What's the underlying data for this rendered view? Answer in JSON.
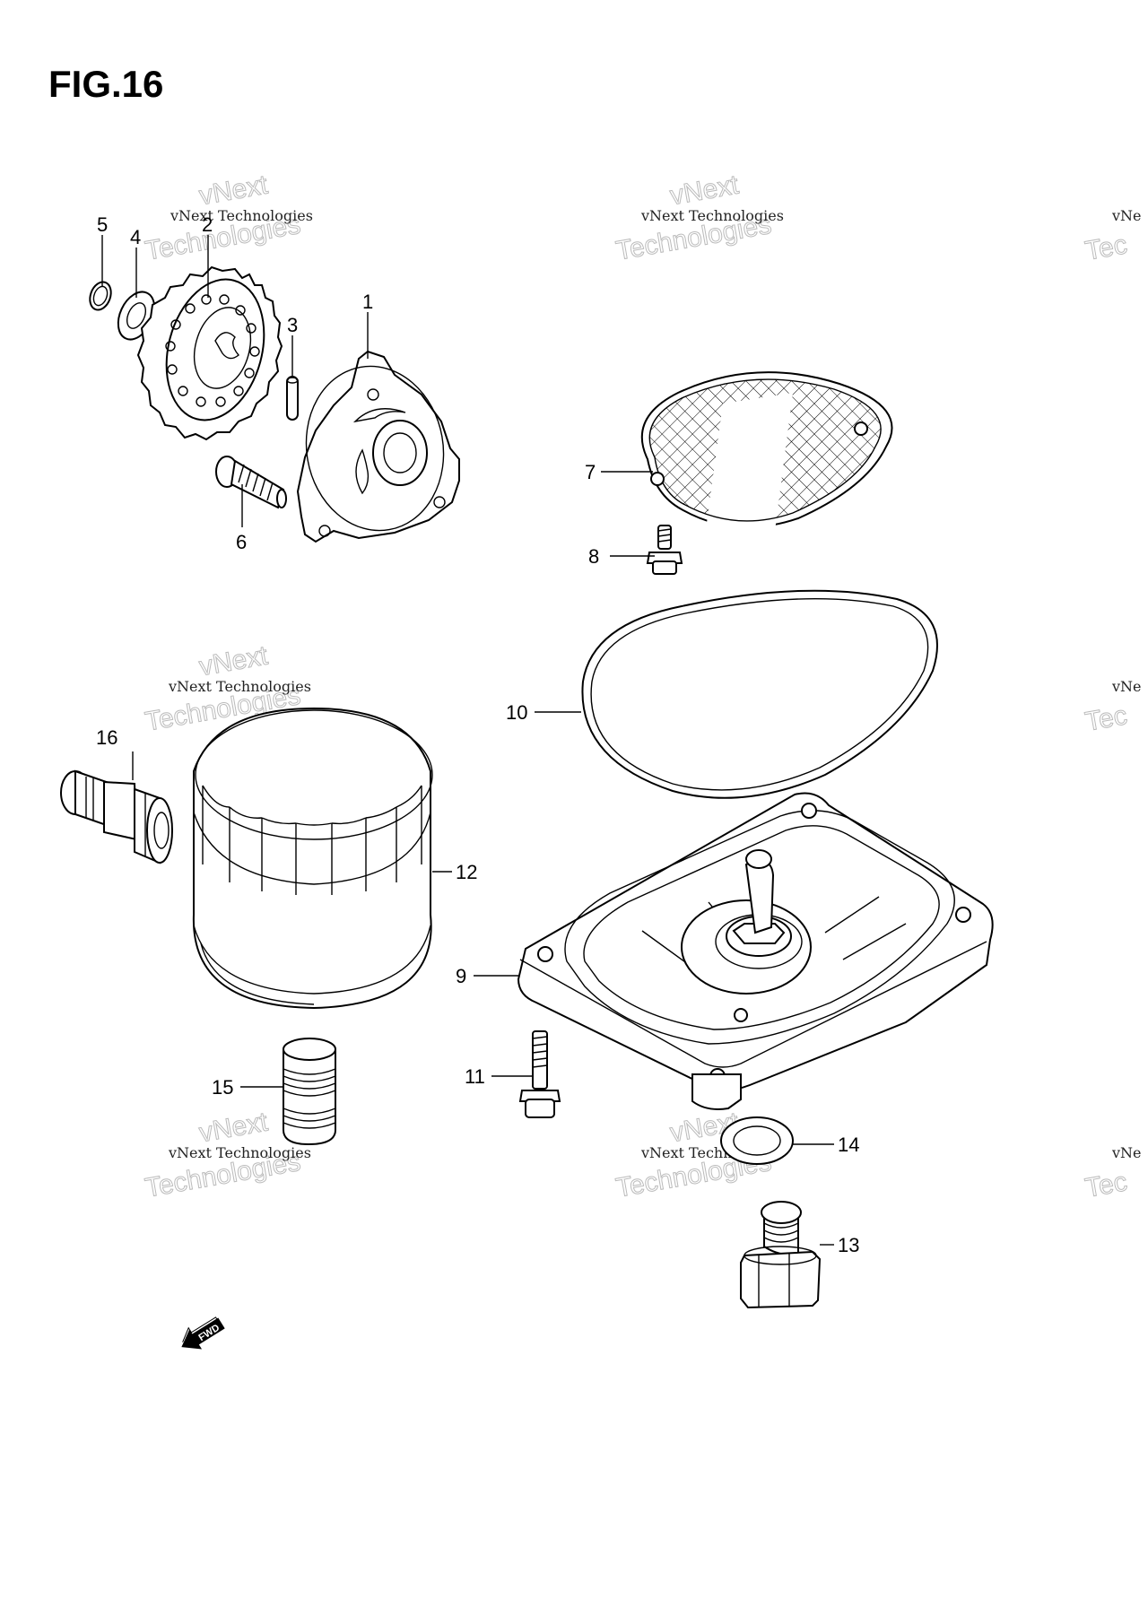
{
  "figure": {
    "title": "FIG.16"
  },
  "callouts": [
    "1",
    "2",
    "3",
    "4",
    "5",
    "6",
    "7",
    "8",
    "9",
    "10",
    "11",
    "12",
    "13",
    "14",
    "15",
    "16"
  ],
  "watermark": {
    "line_small": "vNext Technologies",
    "line_big_a": "vNext",
    "line_big_b": "Technologies",
    "edge_small": "vNe",
    "edge_big": "Tec"
  },
  "badge": {
    "label": "FWD"
  }
}
